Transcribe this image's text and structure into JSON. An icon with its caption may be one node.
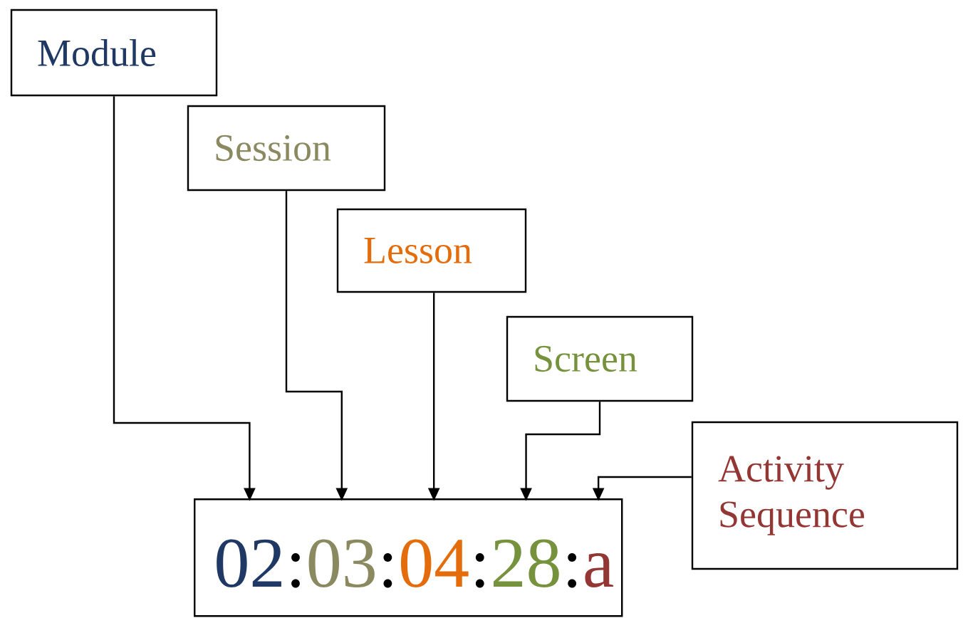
{
  "diagram": {
    "nodes": [
      {
        "text": [
          "Module"
        ]
      },
      {
        "text": [
          "Session"
        ]
      },
      {
        "text": [
          "Lesson"
        ]
      },
      {
        "text": [
          "Screen"
        ]
      },
      {
        "text": [
          "Activity Sequence"
        ]
      },
      {
        "text": [],
        "shape": "box"
      },
      {
        "text": [
          "02"
        ],
        "in": 5
      },
      {
        "text": [
          "03"
        ],
        "in": 5
      },
      {
        "text": [
          "04"
        ],
        "in": 5
      },
      {
        "text": [
          "28"
        ],
        "in": 5
      },
      {
        "text": [
          "a"
        ],
        "in": 5
      }
    ],
    "edges": [
      {
        "from": 0,
        "to": 6,
        "arrow": "to"
      },
      {
        "from": 1,
        "to": 7,
        "arrow": "to"
      },
      {
        "from": 2,
        "to": 8,
        "arrow": "to"
      },
      {
        "from": 3,
        "to": 9,
        "arrow": "to"
      },
      {
        "from": 4,
        "to": 10,
        "arrow": "to"
      }
    ],
    "labels": [
      ":",
      ":",
      ":",
      ":"
    ]
  }
}
